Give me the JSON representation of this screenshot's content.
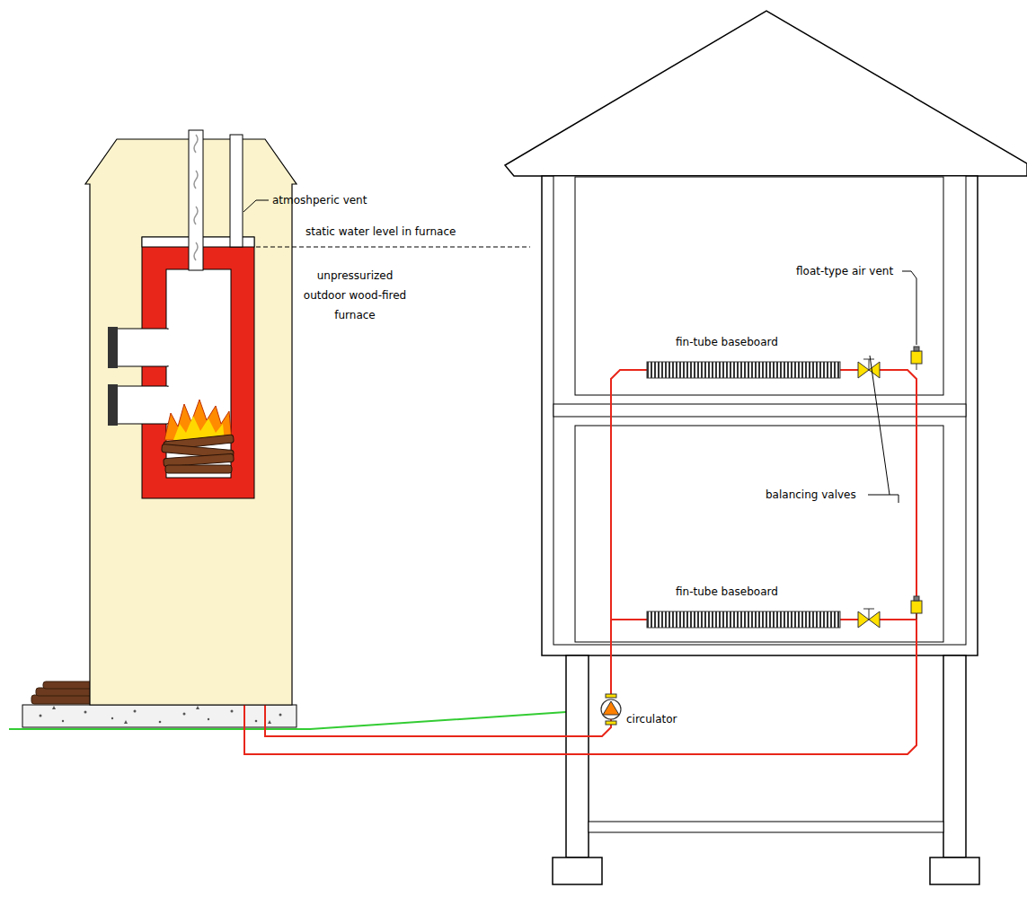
{
  "diagram": {
    "labels": [
      "atmoshperic vent",
      "float-type air vent",
      "static water level in furnace",
      "fin-tube baseboard",
      "unpressurized outdoor wood-fired furnace",
      "balancing valves",
      "fin-tube baseboard",
      "circulator"
    ]
  }
}
